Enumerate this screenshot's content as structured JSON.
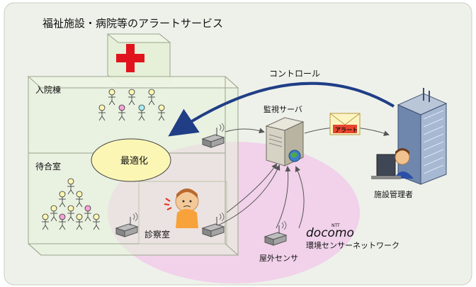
{
  "title": "福祉施設・病院等のアラートサービス",
  "ward_label": "入院棟",
  "waiting_label": "待合室",
  "optimize_label": "最適化",
  "exam_room_label": "診察室",
  "server_label": "監視サーバ",
  "control_label": "コントロール",
  "alert_label": "アラート",
  "admin_label": "施設管理者",
  "outdoor_sensor_label": "屋外センサ",
  "brand_small": "NTT",
  "brand_logo": "docomo",
  "network_label": "環境センサーネットワーク",
  "colors": {
    "background_panel": "#eef1ea",
    "building_fill": "#e6f0d8",
    "building_stroke": "#9aa58c",
    "network_ellipse": "#f1cdea",
    "optimize_ellipse": "#fbf6b4",
    "arrow_blue": "#1f3e86",
    "docomo_red": "#cc0033",
    "cross_red": "#e1141e"
  },
  "icons": [
    "red-cross-icon",
    "server-icon",
    "envelope-icon",
    "office-building-icon",
    "administrator-icon",
    "sensor-icon",
    "patient-icon"
  ]
}
